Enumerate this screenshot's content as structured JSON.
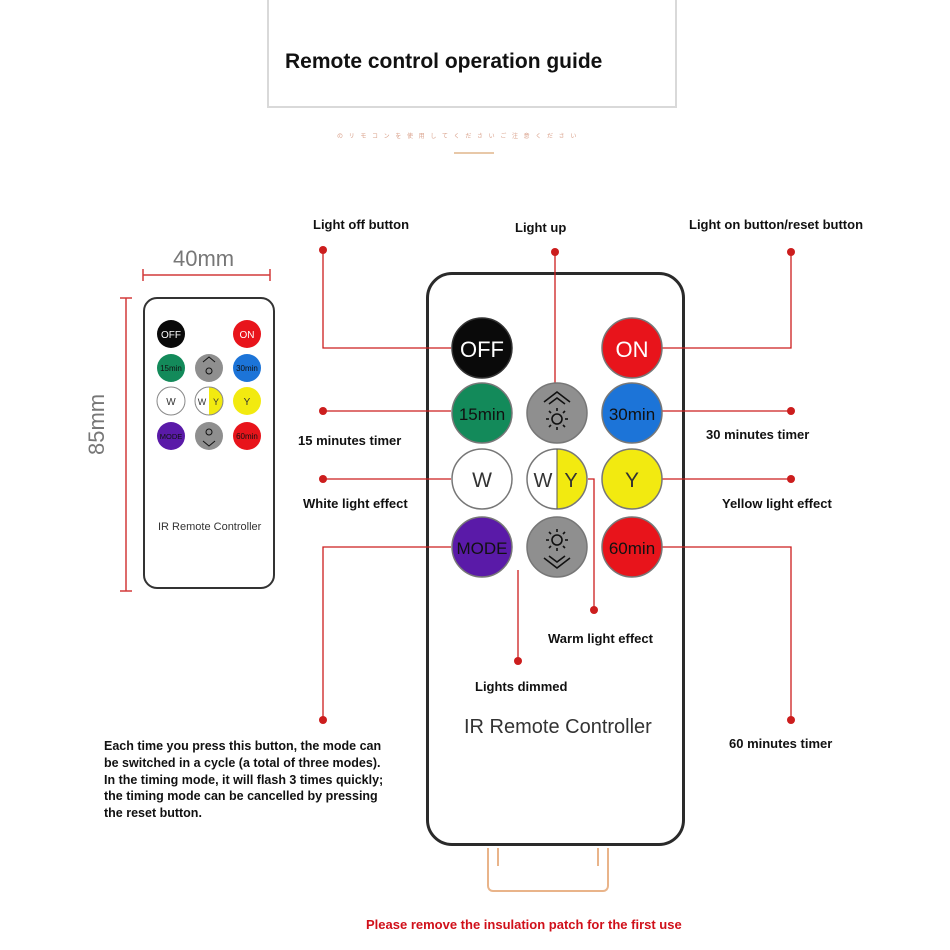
{
  "header": {
    "title": "Remote control operation guide",
    "subtitle": "の リ モ コ ン を 使 用 し て く だ さ い ご 注 意 く だ さ い"
  },
  "dimensions": {
    "width": "40mm",
    "height": "85mm"
  },
  "remote": {
    "model_label": "IR Remote Controller",
    "buttons": {
      "off": "OFF",
      "on": "ON",
      "t15": "15min",
      "t30": "30min",
      "white": "W",
      "warm_w": "W",
      "warm_y": "Y",
      "yellow": "Y",
      "mode": "MODE",
      "t60": "60min"
    }
  },
  "callouts": {
    "light_off": "Light off button",
    "light_up": "Light up",
    "light_on": "Light on button/reset button",
    "t15": "15 minutes timer",
    "t30": "30 minutes timer",
    "white": "White light effect",
    "yellow": "Yellow light effect",
    "warm": "Warm light effect",
    "dimmed": "Lights dimmed",
    "t60": "60 minutes timer"
  },
  "mode_note": [
    "Each time you press this button, the mode can",
    "be switched in a cycle (a total of three modes).",
    "In the timing mode, it will flash 3 times quickly;",
    "the timing mode can be cancelled by pressing",
    "the reset button."
  ],
  "warning": "Please remove the insulation patch for the first use",
  "colors": {
    "off": "#0a0a0a",
    "on": "#e8141b",
    "t15": "#138a5a",
    "t30": "#1c74d8",
    "grey": "#8f8f8f",
    "white": "#ffffff",
    "yellow": "#f2ea10",
    "mode": "#5a1aa8",
    "t60": "#e8141b",
    "callout": "#cc1d1d"
  }
}
